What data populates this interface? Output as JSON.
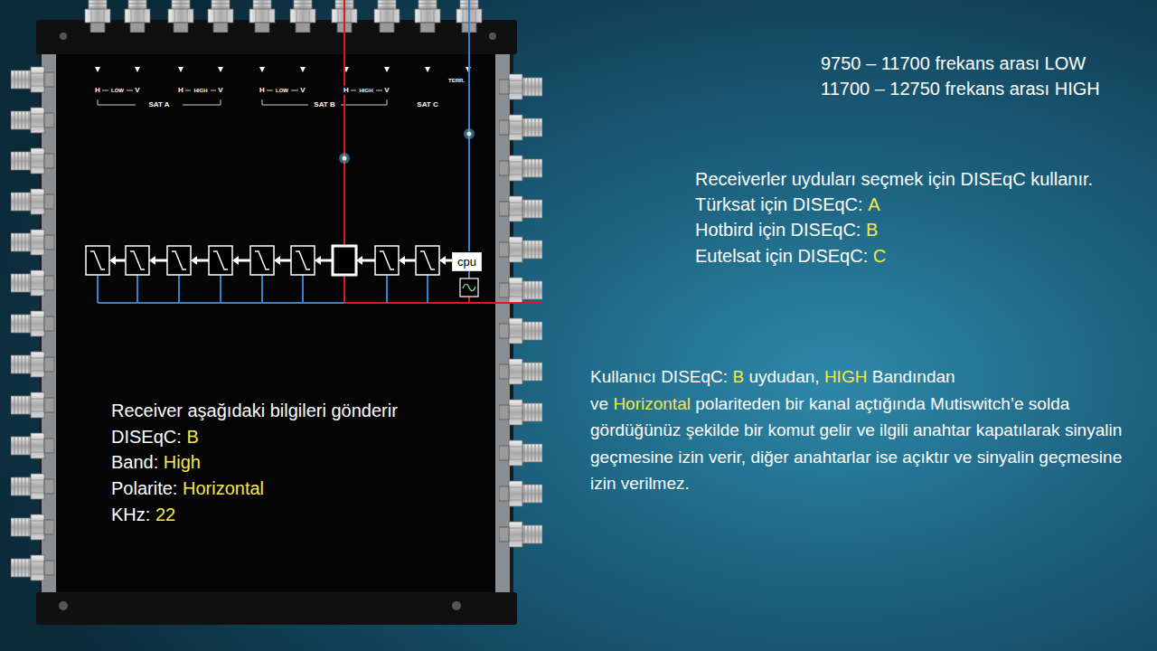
{
  "diagram": {
    "nodes": [
      {
        "text": [
          "cpu"
        ]
      }
    ],
    "labels": [
      "H",
      "LOW",
      "V",
      "H",
      "HIGH",
      "V",
      "SAT A",
      "H",
      "LOW",
      "V",
      "H",
      "HIGH",
      "V",
      "SAT B",
      "TERR.",
      "SAT C",
      "9750 – 11700 frekans arası LOW",
      "11700 – 12750 frekans arası HIGH",
      "Receiverler uyduları seçmek için DISEqC kullanır.",
      "Türksat için DISEqC:",
      "A",
      "Hotbird için DISEqC:",
      "B",
      "Eutelsat için DISEqC:",
      "C",
      "Kullanıcı DISEqC:",
      "B",
      "uydudan,",
      "HIGH",
      "Bandından ve",
      "Horizontal",
      "polariteden bir kanal açtığında Mutiswitch’e solda gördüğünüz şekilde bir komut gelir ve ilgili anahtar kapatılarak sinyalin geçmesine izin verir, diğer anahtarlar ise açıktır ve sinyalin geçmesine izin verilmez.",
      "Receiver aşağıdaki bilgileri gönderir",
      "DISEqC:",
      "B",
      "Band:",
      "High",
      "Polarite:",
      "Horizontal",
      "KHz:",
      "22"
    ]
  }
}
